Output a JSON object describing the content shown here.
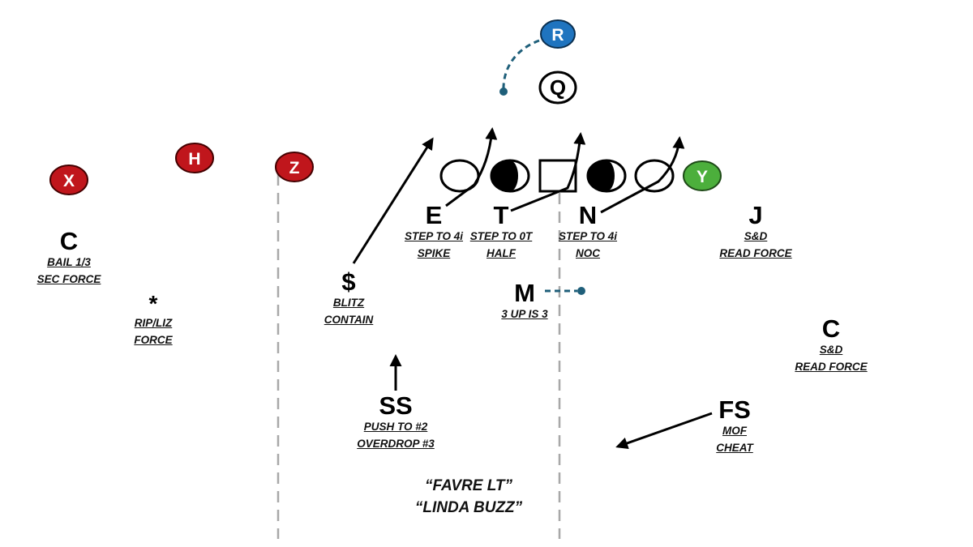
{
  "offense": {
    "R": "R",
    "Q": "Q",
    "X": "X",
    "H": "H",
    "Z": "Z",
    "Y": "Y"
  },
  "defense": {
    "E": {
      "label": "E",
      "lines": [
        "STEP TO 4i",
        "SPIKE"
      ]
    },
    "T": {
      "label": "T",
      "lines": [
        "STEP TO 0T",
        "HALF"
      ]
    },
    "N": {
      "label": "N",
      "lines": [
        "STEP TO 4i",
        "NOC"
      ]
    },
    "J": {
      "label": "J",
      "lines": [
        "S&D",
        "READ FORCE"
      ]
    },
    "C_left": {
      "label": "C",
      "lines": [
        "BAIL 1/3",
        "SEC FORCE"
      ]
    },
    "star": {
      "label": "*",
      "lines": [
        "RIP/LIZ",
        "FORCE"
      ]
    },
    "money": {
      "label": "$",
      "lines": [
        "BLITZ",
        "CONTAIN"
      ]
    },
    "M": {
      "label": "M",
      "lines": [
        "3 UP IS 3"
      ]
    },
    "C_right": {
      "label": "C",
      "lines": [
        "S&D",
        "READ FORCE"
      ]
    },
    "SS": {
      "label": "SS",
      "lines": [
        "PUSH TO #2",
        "OVERDROP #3"
      ]
    },
    "FS": {
      "label": "FS",
      "lines": [
        "MOF",
        "CHEAT"
      ]
    }
  },
  "call": [
    "“FAVRE LT”",
    "“LINDA BUZZ”"
  ],
  "colors": {
    "receiver_red": "#c0161c",
    "back_blue": "#1f74bf",
    "tight_end_green": "#4caf3c",
    "motion_teal": "#1f5f7a",
    "yard_line_gray": "#a8a8a8"
  }
}
